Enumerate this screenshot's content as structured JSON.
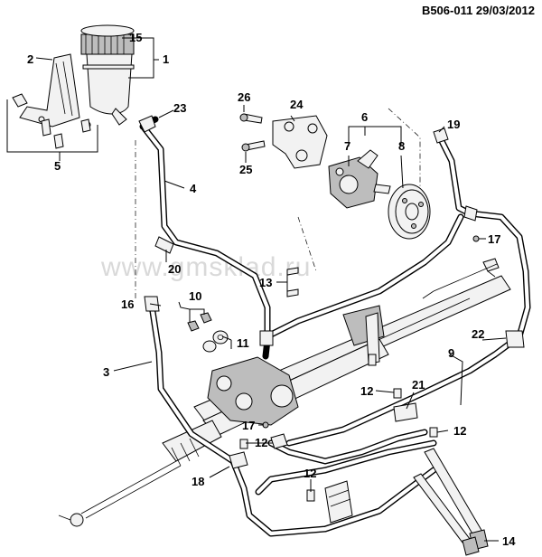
{
  "header": {
    "drawing_code": "B506-011 29/03/2012"
  },
  "watermark": "www.gmsklad.ru",
  "callouts": [
    "1",
    "2",
    "3",
    "4",
    "5",
    "6",
    "7",
    "8",
    "9",
    "10",
    "11",
    "12",
    "12",
    "12",
    "12",
    "13",
    "14",
    "15",
    "16",
    "17",
    "17",
    "18",
    "19",
    "20",
    "21",
    "22",
    "23",
    "24",
    "25",
    "26"
  ]
}
